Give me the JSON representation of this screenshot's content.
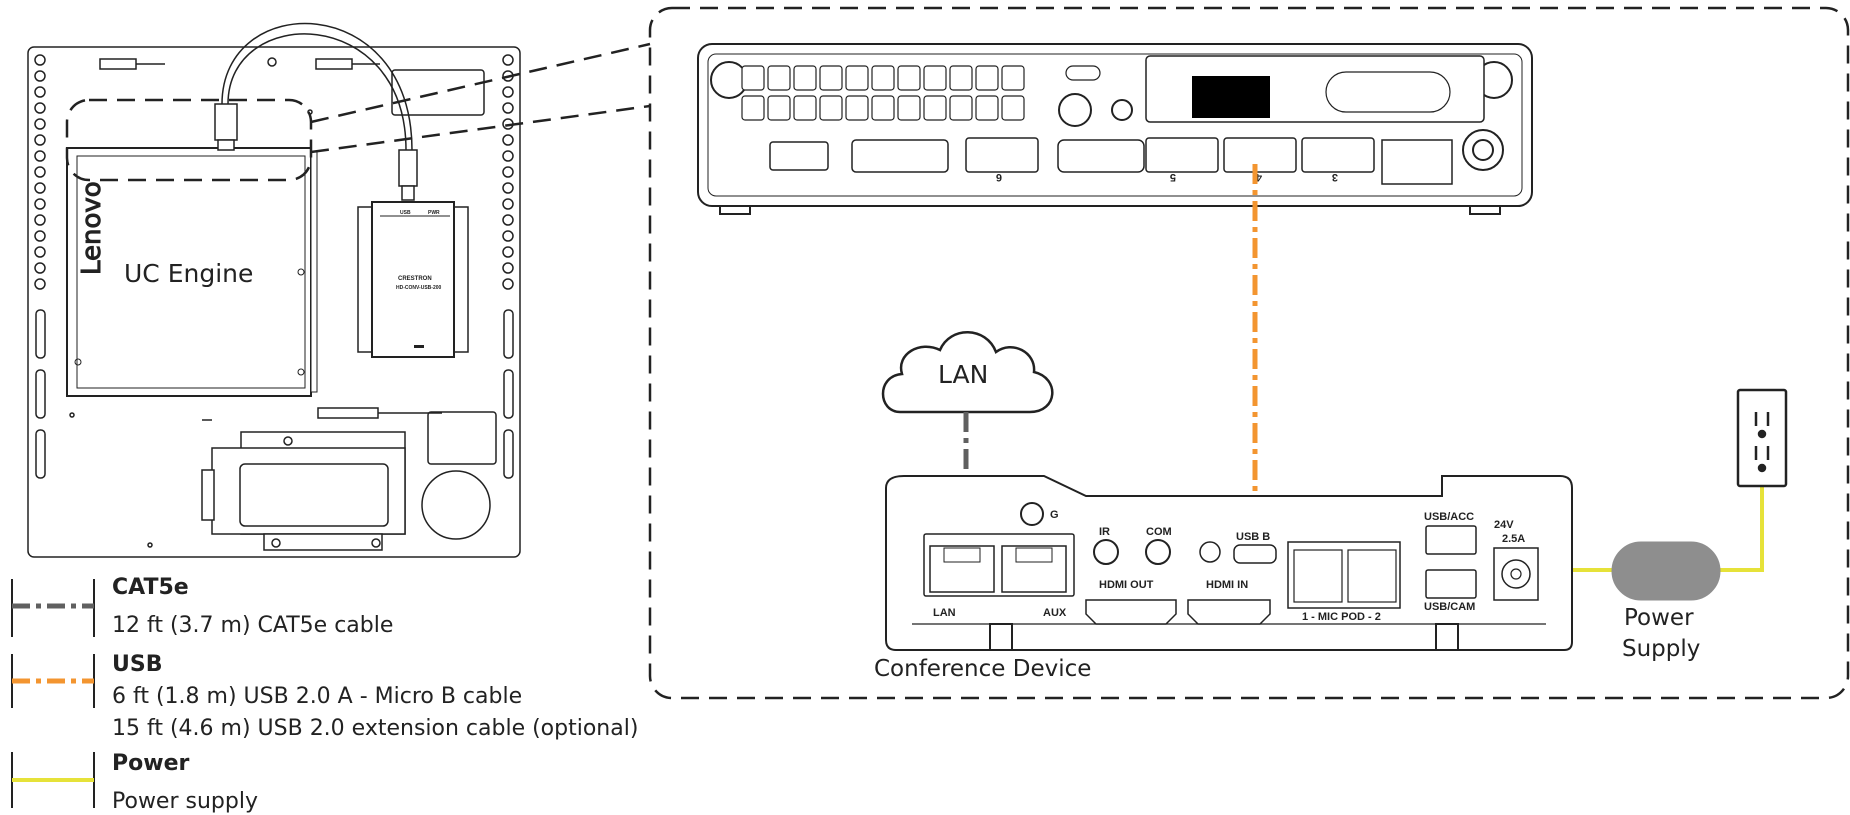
{
  "colors": {
    "cat5e": "#606060",
    "usb": "#f39530",
    "power": "#e6e239",
    "line": "#222222",
    "supply": "#8e8e8e"
  },
  "labels": {
    "uc_engine": "UC Engine",
    "lenovo": "Lenovo",
    "converter_brand": "CRESTRON",
    "converter_model": "HD-CONV-USB-200",
    "converter_usb": "USB",
    "converter_pwr": "PWR",
    "lan_cloud": "LAN",
    "conference_device": "Conference Device",
    "power_supply_line1": "Power",
    "power_supply_line2": "Supply"
  },
  "pc_ports": [
    "6",
    "5",
    "4",
    "3"
  ],
  "device_ports": {
    "lan": "LAN",
    "aux": "AUX",
    "ground": "G",
    "ir": "IR",
    "com": "COM",
    "hdmi_out": "HDMI OUT",
    "hdmi_in": "HDMI IN",
    "usb_b": "USB B",
    "mic_pod": "1 - MIC POD - 2",
    "usb_acc": "USB/ACC",
    "usb_cam": "USB/CAM",
    "power_rating_1": "24V",
    "power_rating_2": "2.5A"
  },
  "legend": [
    {
      "title": "CAT5e",
      "lines": [
        "12 ft (3.7 m) CAT5e cable"
      ],
      "style": "cat5e"
    },
    {
      "title": "USB",
      "lines": [
        "6 ft (1.8 m) USB 2.0 A - Micro B cable",
        "15 ft (4.6 m) USB 2.0 extension cable (optional)"
      ],
      "style": "usb"
    },
    {
      "title": "Power",
      "lines": [
        "Power supply"
      ],
      "style": "power"
    }
  ]
}
